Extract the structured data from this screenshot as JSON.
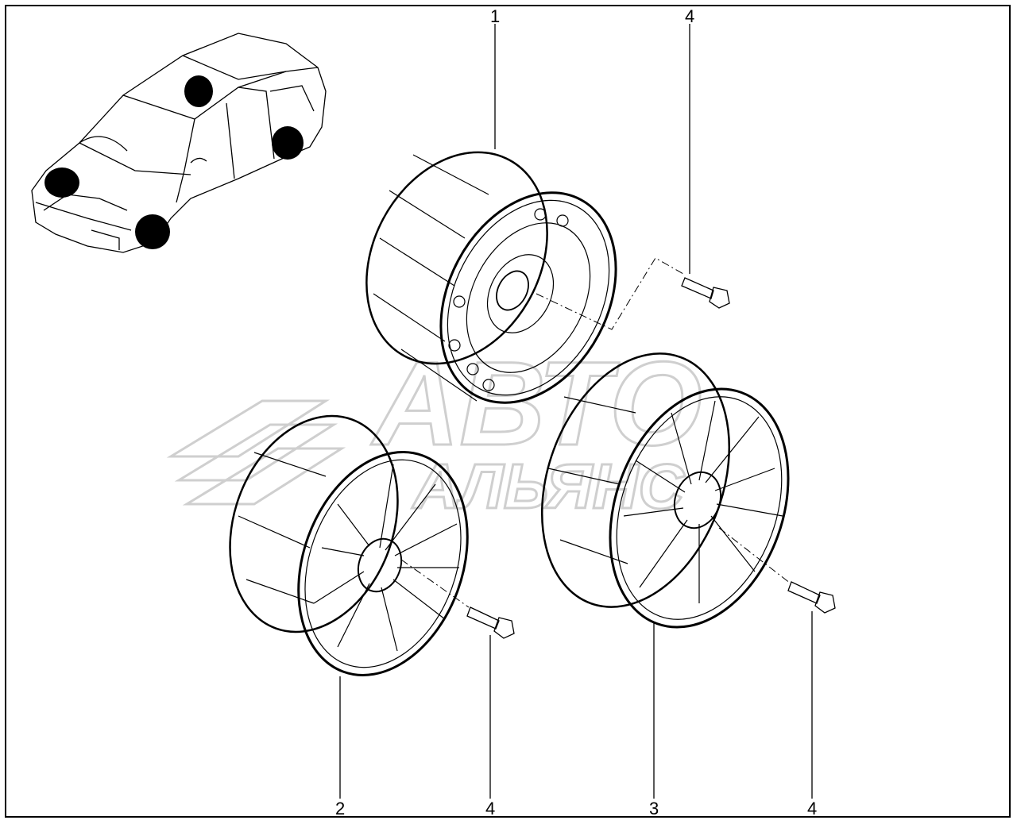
{
  "diagram": {
    "callouts": [
      {
        "id": "c1",
        "label": "1"
      },
      {
        "id": "c2",
        "label": "2"
      },
      {
        "id": "c3",
        "label": "3"
      },
      {
        "id": "c4a",
        "label": "4"
      },
      {
        "id": "c4b",
        "label": "4"
      },
      {
        "id": "c4c",
        "label": "4"
      }
    ],
    "watermark": {
      "line1": "АВТО",
      "line2": "АЛЬЯНС"
    }
  },
  "colors": {
    "line": "#000000",
    "watermark": "#d0d0d0",
    "background": "#ffffff"
  }
}
